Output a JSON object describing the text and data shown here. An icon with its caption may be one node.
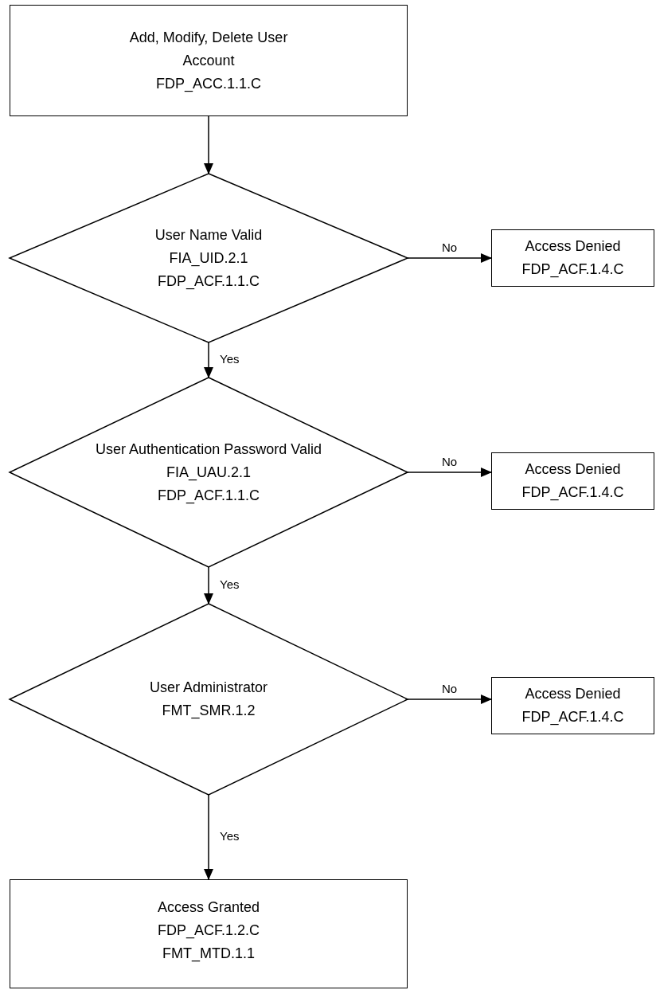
{
  "diagram": {
    "nodes": [
      {
        "text": [
          "Add, Modify, Delete User Account",
          "FDP_ACC.1.1.C"
        ]
      },
      {
        "text": [
          "User Name Valid",
          "FIA_UID.2.1",
          "FDP_ACF.1.1.C"
        ]
      },
      {
        "text": [
          "Access Denied",
          "FDP_ACF.1.4.C"
        ]
      },
      {
        "text": [
          "User Authentication Password Valid",
          "FIA_UAU.2.1",
          "FDP_ACF.1.1.C"
        ]
      },
      {
        "text": [
          "Access Denied",
          "FDP_ACF.1.4.C"
        ]
      },
      {
        "text": [
          "User Administrator",
          "FMT_SMR.1.2"
        ]
      },
      {
        "text": [
          "Access Denied",
          "FDP_ACF.1.4.C"
        ]
      },
      {
        "text": [
          "Access Granted",
          "FDP_ACF.1.2.C",
          "FMT_MTD.1.1"
        ]
      }
    ],
    "edges": [
      {
        "from": 0,
        "to": 1,
        "arrow": "to"
      },
      {
        "from": 1,
        "to": 2,
        "arrow": "to",
        "label": "No"
      },
      {
        "from": 1,
        "to": 3,
        "arrow": "to",
        "label": "Yes"
      },
      {
        "from": 3,
        "to": 4,
        "arrow": "to",
        "label": "No"
      },
      {
        "from": 3,
        "to": 5,
        "arrow": "to",
        "label": "Yes"
      },
      {
        "from": 5,
        "to": 6,
        "arrow": "to",
        "label": "No"
      },
      {
        "from": 5,
        "to": 7,
        "arrow": "to",
        "label": "Yes"
      }
    ]
  }
}
